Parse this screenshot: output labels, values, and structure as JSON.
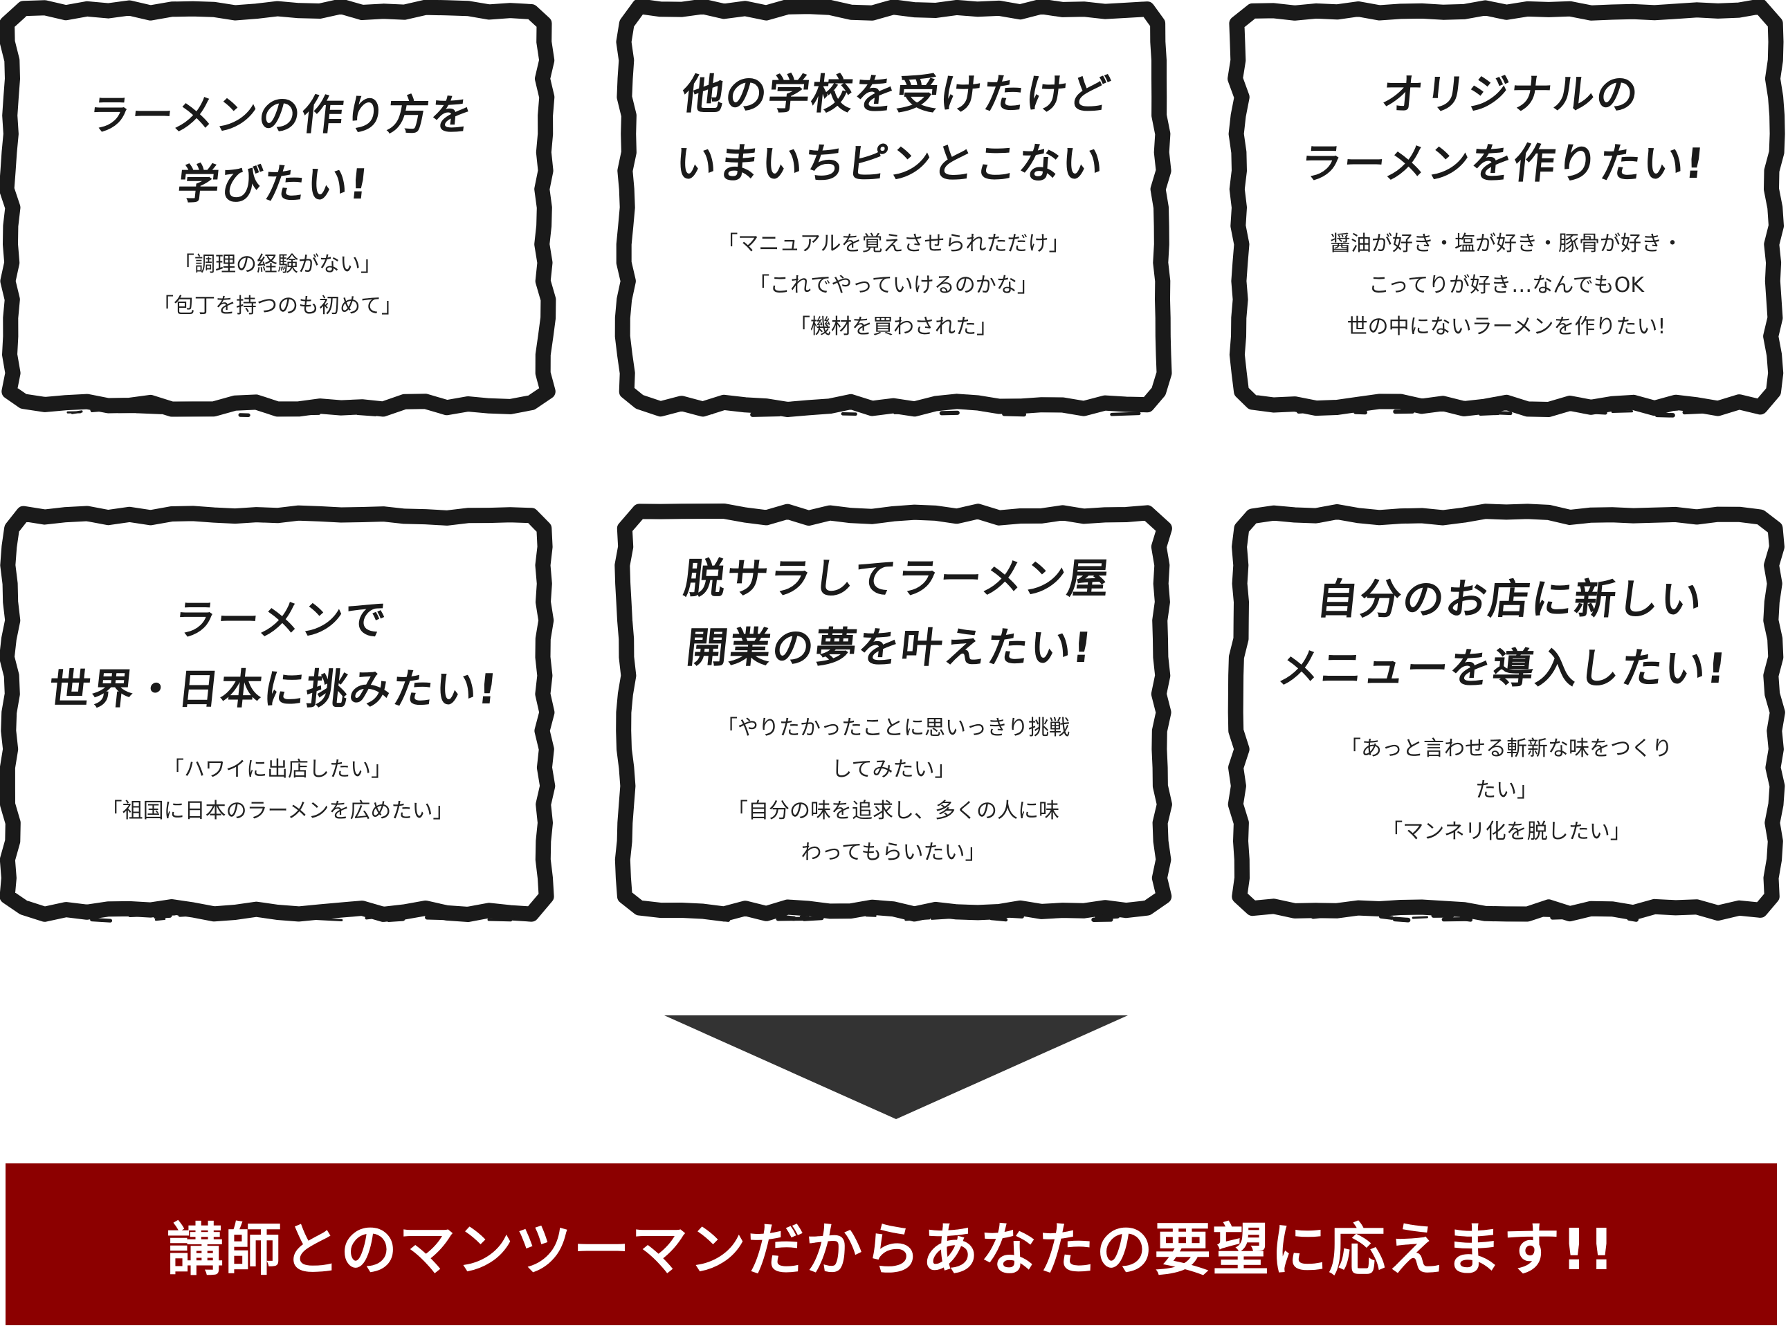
{
  "cards": [
    {
      "title": [
        "ラーメンの作り方を",
        "学びたい!"
      ],
      "body": [
        "「調理の経験がない」",
        "「包丁を持つのも初めて」"
      ]
    },
    {
      "title": [
        "他の学校を受けたけど",
        "いまいちピンとこない"
      ],
      "body": [
        "「マニュアルを覚えさせられただけ」",
        "「これでやっていけるのかな」",
        "「機材を買わされた」"
      ]
    },
    {
      "title": [
        "オリジナルの",
        "ラーメンを作りたい!"
      ],
      "body": [
        "醤油が好き・塩が好き・豚骨が好き・",
        "こってりが好き…なんでもOK",
        "世の中にないラーメンを作りたい!"
      ]
    },
    {
      "title": [
        "ラーメンで",
        "世界・日本に挑みたい!"
      ],
      "body": [
        "「ハワイに出店したい」",
        "「祖国に日本のラーメンを広めたい」"
      ]
    },
    {
      "title": [
        "脱サラしてラーメン屋",
        "開業の夢を叶えたい!"
      ],
      "body": [
        "「やりたかったことに思いっきり挑戦",
        "してみたい」",
        "「自分の味を追求し、多くの人に味",
        "わってもらいたい」"
      ]
    },
    {
      "title": [
        "自分のお店に新しい",
        "メニューを導入したい!"
      ],
      "body": [
        "「あっと言わせる斬新な味をつくり",
        "たい」",
        "「マンネリ化を脱したい」"
      ]
    }
  ],
  "banner": {
    "text": "講師とのマンツーマンだからあなたの要望に応えます!!"
  },
  "colors": {
    "frame": "#1a1a1a",
    "banner_bg": "#8c0000",
    "arrow": "#333333",
    "banner_text": "#ffffff"
  }
}
